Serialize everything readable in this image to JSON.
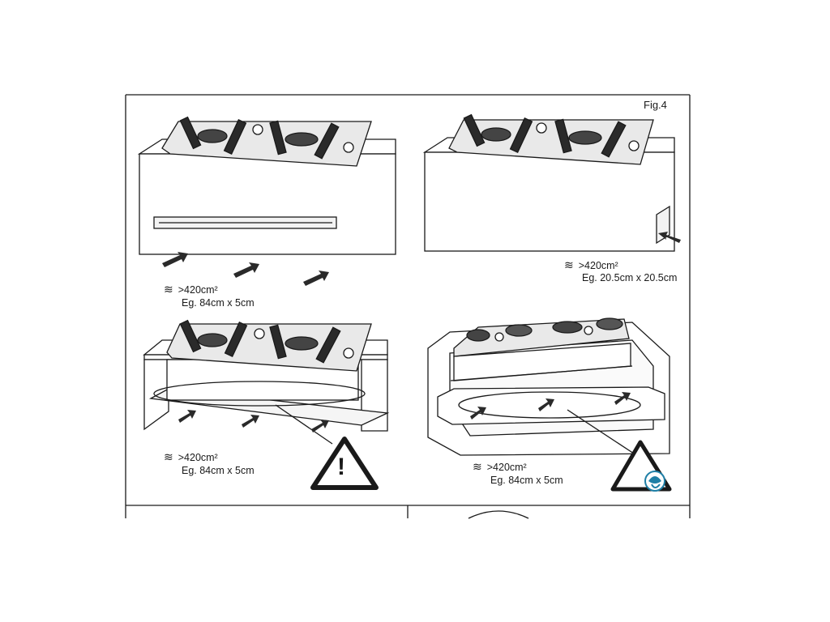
{
  "figure_label": "Fig.4",
  "panels": [
    {
      "id": "front-vent",
      "area": ">420cm²",
      "example": "Eg. 84cm x 5cm"
    },
    {
      "id": "side-vent",
      "area": ">420cm²",
      "example": "Eg. 20.5cm x 20.5cm"
    },
    {
      "id": "shelf-cabinet",
      "area": ">420cm²",
      "example": "Eg. 84cm x 5cm",
      "warning": "!"
    },
    {
      "id": "box-cabinet",
      "area": ">420cm²",
      "example": "Eg. 84cm x 5cm"
    }
  ],
  "colors": {
    "line": "#1a1a1a",
    "fill": "#ffffff",
    "logs": "#2a2a2a",
    "logo": "#1f7fa6"
  },
  "icons": [
    "airflow-icon",
    "arrow-icon",
    "warning-icon",
    "logo-icon"
  ]
}
